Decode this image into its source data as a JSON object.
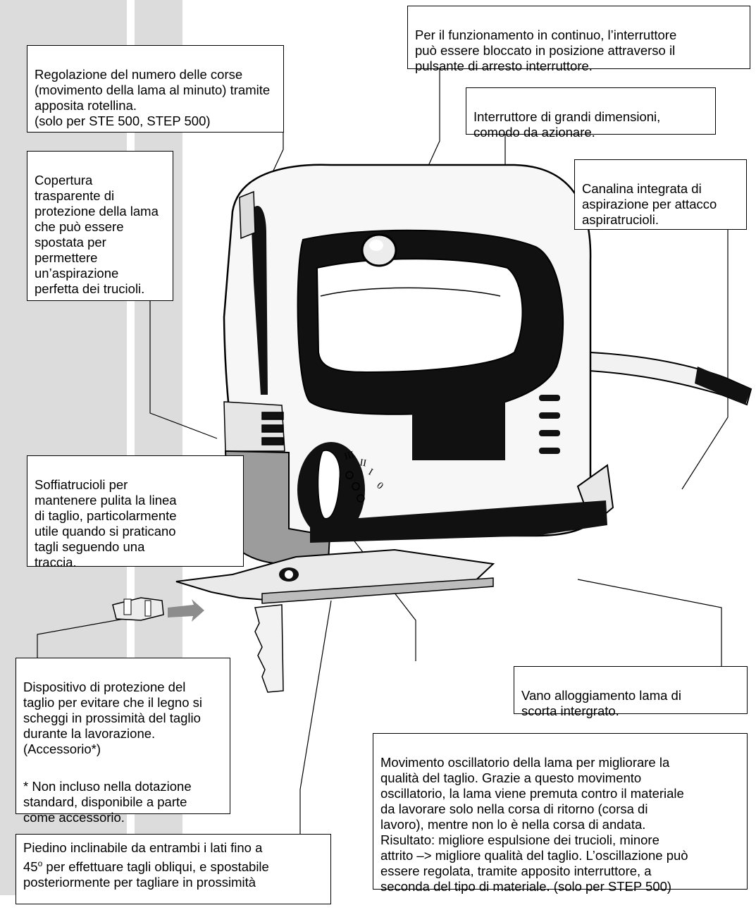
{
  "callouts": {
    "stroke_rate": "Regolazione del numero delle corse\n(movimento della lama al minuto) tramite\napposita rotellina.\n(solo per STE 500, STEP 500)",
    "lock_button": "Per il funzionamento in continuo, l’interruttore\npuò essere bloccato in posizione attraverso il\npulsante di arresto interruttore.",
    "switch": "Interruttore di grandi dimensioni,\ncomodo da azionare.",
    "dust_channel": "Canalina integrata di\naspirazione per attacco\naspiratrucioli.",
    "blade_cover": "Copertura\ntrasparente di\nprotezione della lama\nche può essere\nspostata per\npermettere\nun’aspirazione\nperfetta dei trucioli.",
    "chip_blower": "Soffiatrucioli per\nmantenere pulita la linea\ndi taglio, particolarmente\nutile quando si praticano\ntagli seguendo una\ntraccia.",
    "splinter_guard": "Dispositivo di protezione del\ntaglio per evitare che il legno si\nscheggi in prossimità del taglio\ndurante la lavorazione.\n(Accessorio*)",
    "splinter_note": "* Non incluso nella dotazione\nstandard, disponibile a parte\ncome accessorio.",
    "blade_storage": "Vano alloggiamento lama di\nscorta intergrato.",
    "pendulum": "Movimento oscillatorio della lama per migliorare la\nqualità del taglio. Grazie a questo movimento\noscillatorio, la lama viene premuta contro il materiale\nda lavorare solo nella corsa di ritorno (corsa di\nlavoro), mentre non lo è nella corsa di andata.\nRisultato: migliore espulsione dei trucioli, minore\nattrito –> migliore qualità del taglio. L’oscillazione può\nessere regolata, tramite apposito interruttore, a\nseconda del tipo di materiale. (solo per STEP 500)",
    "foot_line1_a": "Piedino inclinabile da entrambi i lati fino a",
    "foot_line2_num": "45",
    "foot_line2_deg": "o",
    "foot_line2_rest": " per effettuare tagli obliqui, e spostabile",
    "foot_line3": "posteriormente per tagliare in prossimità"
  },
  "dial_marks": [
    "III",
    "II",
    "I",
    "0"
  ]
}
